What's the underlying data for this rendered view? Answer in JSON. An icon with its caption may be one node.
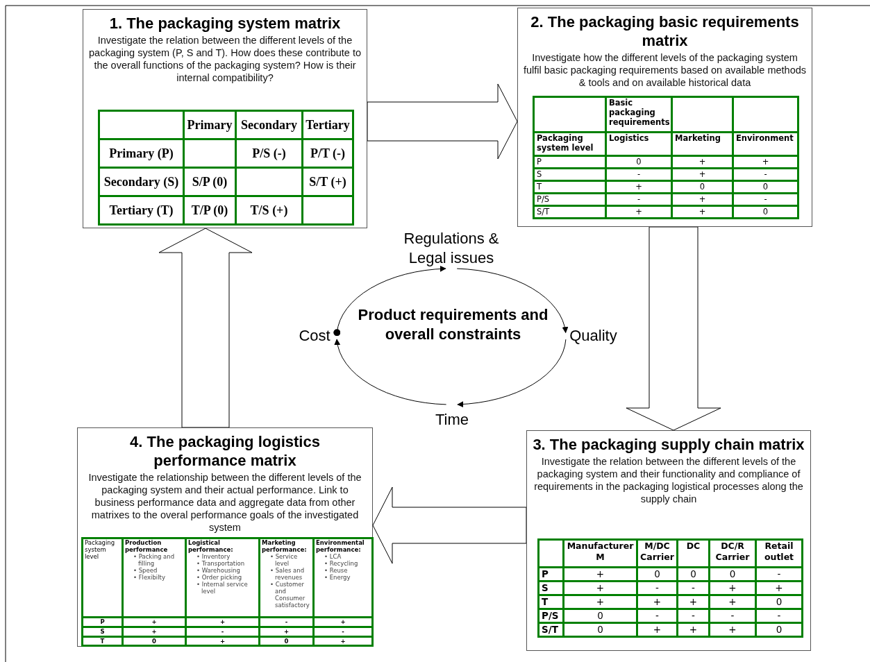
{
  "diagram": {
    "nodes": [
      {
        "text": [
          "1. The packaging system matrix",
          "Investigate the relation between the different levels of the packaging system (P, S and T). How does these contribute to the overall functions of the packaging system? How is their internal compatibility?"
        ]
      },
      {
        "text": [
          "2. The packaging basic requirements matrix",
          "Investigate how the different levels of the packaging system fulfil basic packaging requirements based on available methods & tools and on available historical data"
        ]
      },
      {
        "text": [
          "3. The packaging supply chain matrix",
          "Investigate the relation between the different levels of the packaging system and their functionality and compliance of requirements in the packaging logistical processes along the supply chain"
        ]
      },
      {
        "text": [
          "4. The packaging logistics performance matrix",
          "Investigate the relationship between the different levels of the packaging system and their actual performance. Link to business performance data and aggregate data from other matrixes to the overal performance goals of the investigated system"
        ]
      },
      {
        "text": [
          "Product requirements and overall constraints"
        ]
      },
      {
        "text": [
          "Regulations & Legal issues"
        ]
      },
      {
        "text": [
          "Quality"
        ]
      },
      {
        "text": [
          "Time"
        ]
      },
      {
        "text": [
          "Cost"
        ]
      }
    ],
    "edges": [
      {
        "from": 0,
        "to": 1,
        "arrow": "to"
      },
      {
        "from": 1,
        "to": 2,
        "arrow": "to"
      },
      {
        "from": 2,
        "to": 3,
        "arrow": "to"
      },
      {
        "from": 3,
        "to": 0,
        "arrow": "to"
      },
      {
        "from": 8,
        "to": 5,
        "arrow": "to"
      },
      {
        "from": 5,
        "to": 6,
        "arrow": "to"
      },
      {
        "from": 6,
        "to": 7,
        "arrow": "to"
      },
      {
        "from": 7,
        "to": 8,
        "arrow": "to"
      }
    ],
    "labels": [
      "Primary",
      "Secondary",
      "Tertiary",
      "Primary (P)",
      "P/S (-)",
      "P/T (-)",
      "Secondary (S)",
      "S/P (0)",
      "S/T (+)",
      "Tertiary (T)",
      "T/P (0)",
      "T/S (+)",
      "Basic packaging requirements",
      "Packaging system level",
      "Logistics",
      "Marketing",
      "Environment",
      "P",
      "0",
      "+",
      "+",
      "S",
      "-",
      "+",
      "-",
      "T",
      "+",
      "0",
      "0",
      "P/S",
      "-",
      "+",
      "-",
      "S/T",
      "+",
      "+",
      "0",
      "Manufacturer M",
      "M/DC Carrier",
      "DC",
      "DC/R Carrier",
      "Retail outlet",
      "P",
      "+",
      "0",
      "0",
      "0",
      "-",
      "S",
      "+",
      "-",
      "-",
      "+",
      "+",
      "T",
      "+",
      "+",
      "+",
      "+",
      "0",
      "P/S",
      "0",
      "-",
      "-",
      "-",
      "-",
      "S/T",
      "0",
      "+",
      "+",
      "+",
      "0",
      "Packaging system level",
      "Production performance",
      "• Packing and filling",
      "• Speed",
      "• Flexibilty",
      "Logistical performance:",
      "• Inventory",
      "• Transportation",
      "• Warehousing",
      "• Order picking",
      "• Internal service level",
      "Marketing performance:",
      "• Service level",
      "• Sales and revenues",
      "• Customer and Consumer satisfactory",
      "Environmental performance:",
      "• LCA",
      "• Recycling",
      "• Reuse",
      "• Energy",
      "P",
      "+",
      "+",
      "-",
      "+",
      "S",
      "+",
      "-",
      "+",
      "-",
      "T",
      "0",
      "+",
      "0",
      "+"
    ]
  }
}
